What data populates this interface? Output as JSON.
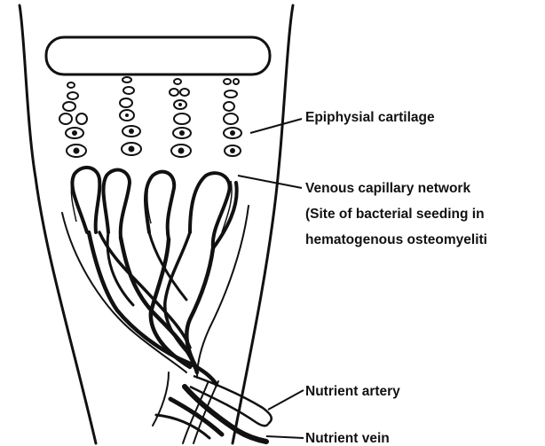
{
  "labels": {
    "epiphysial_cartilage": "Epiphysial cartilage",
    "venous_line1": "Venous capillary network",
    "venous_line2": "(Site of bacterial seeding in",
    "venous_line3": "hematogenous osteomyeliti",
    "nutrient_artery": "Nutrient artery",
    "nutrient_vein": "Nutrient vein"
  },
  "colors": {
    "ink": "#111111",
    "background": "#ffffff"
  }
}
